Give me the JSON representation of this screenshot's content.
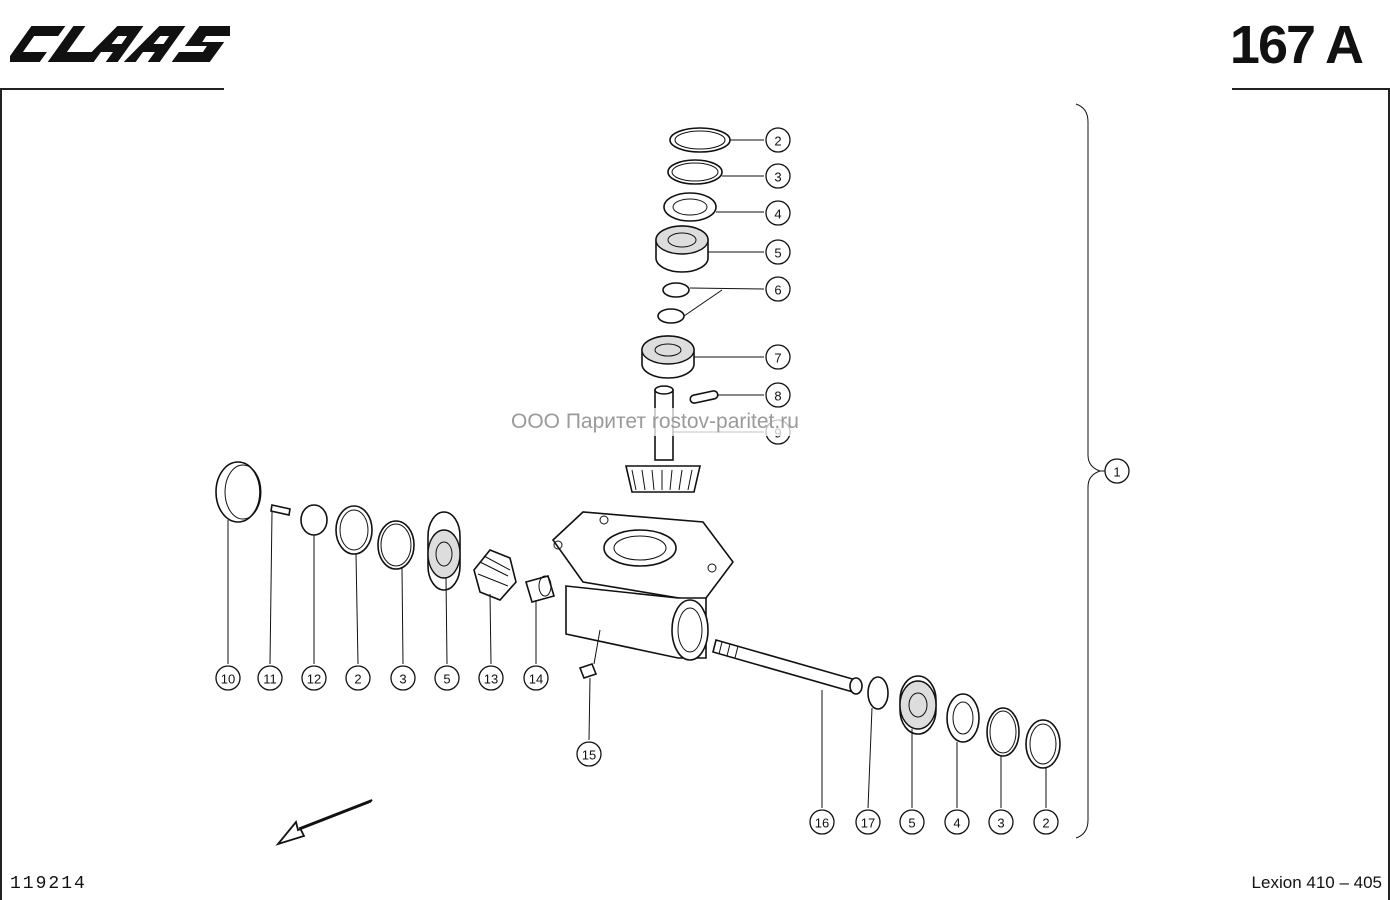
{
  "header": {
    "brand": "CLAAS",
    "page_number": "167 A"
  },
  "footer": {
    "doc_code": "119214",
    "model": "Lexion 410 – 405"
  },
  "watermark": "ООО Паритет    rostov-paritet.ru",
  "assembly_callout": "1",
  "vertical_stack_callouts": [
    "2",
    "3",
    "4",
    "5",
    "6",
    "7",
    "8",
    "9"
  ],
  "left_row_callouts": [
    "10",
    "11",
    "12",
    "2",
    "3",
    "5",
    "13",
    "14",
    "15"
  ],
  "right_row_callouts": [
    "16",
    "17",
    "5",
    "4",
    "3",
    "2"
  ],
  "colors": {
    "ink": "#111111",
    "watermark": "#9a9a9a",
    "background": "#ffffff"
  }
}
